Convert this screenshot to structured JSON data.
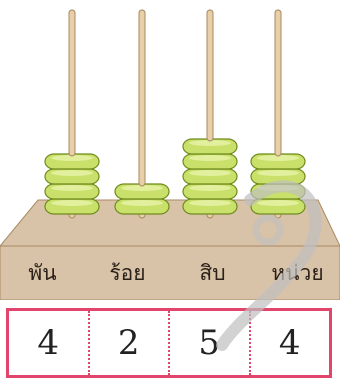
{
  "columns": [
    {
      "label": "พัน",
      "digit": "4",
      "beads": 4
    },
    {
      "label": "ร้อย",
      "digit": "2",
      "beads": 2
    },
    {
      "label": "สิบ",
      "digit": "5",
      "beads": 5
    },
    {
      "label": "หน่วย",
      "digit": "4",
      "beads": 4
    }
  ],
  "colors": {
    "base": "#d8c3a8",
    "base_shadow": "#bda484",
    "rod": "#e8cfa8",
    "rod_edge": "#a88a62",
    "bead": "#c9e06a",
    "bead_top": "#e4f2a4",
    "bead_edge": "#6f8b1c",
    "box_border": "#e2456b",
    "watermark": "#bfbfbf"
  }
}
